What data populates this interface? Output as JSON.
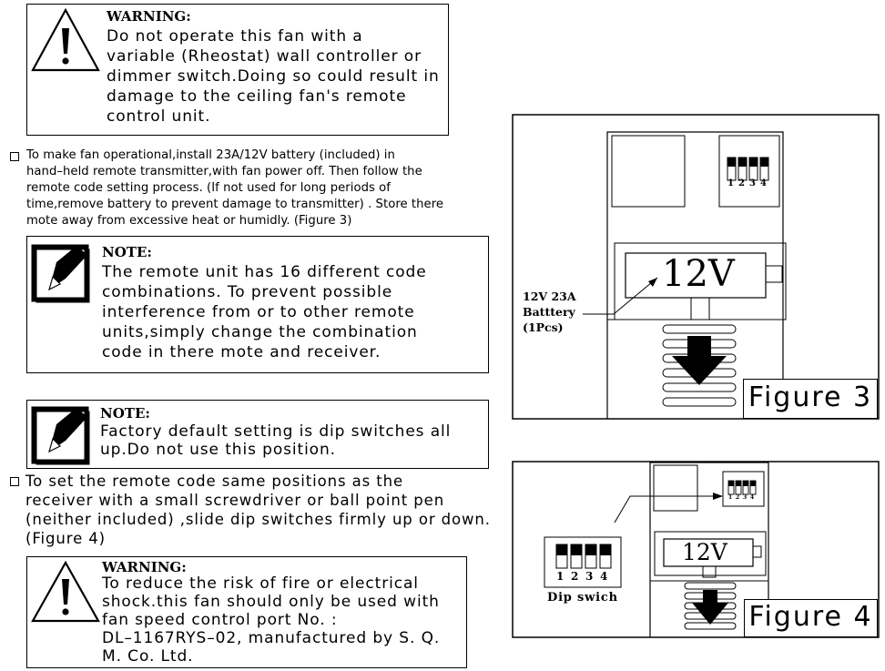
{
  "warning1": {
    "title": "WARNING:",
    "lines": [
      "Do not operate this fan with a",
      "variable (Rheostat) wall controller or",
      "dimmer switch.Doing so could result in",
      "damage to the ceiling fan's remote",
      "control unit."
    ]
  },
  "instruction1": {
    "lines": [
      "To make fan operational,install 23A/12V battery (included) in",
      "hand–held remote transmitter,with fan power off. Then follow the",
      "remote code setting process. (If not used for long periods of",
      "time,remove battery to prevent damage to transmitter) . Store there",
      "mote away from excessive heat or humidly. (Figure 3)"
    ]
  },
  "note1": {
    "title": "NOTE:",
    "lines": [
      "The remote unit has 16 different code",
      "combinations. To prevent possible",
      "interference from or to other remote",
      "units,simply change the combination",
      "code in there mote and receiver."
    ]
  },
  "note2": {
    "title": "NOTE:",
    "lines": [
      "Factory default setting is dip switches all",
      "up.Do not use this position."
    ]
  },
  "instruction2": {
    "lines": [
      "To set the remote code same positions as the",
      "receiver with a small screwdriver or ball point pen",
      "(neither included) ,slide dip switches firmly up or down.",
      "(Figure 4)"
    ]
  },
  "warning2": {
    "title": "WARNING:",
    "lines": [
      "To reduce the risk of fire or electrical",
      "shock.this fan should only be used with",
      "fan speed control port No. :",
      "DL–1167RYS–02, manufactured by S. Q.",
      "M. Co. Ltd."
    ]
  },
  "figure3": {
    "label": "Figure 3",
    "battery_text": "12V",
    "callout": [
      "12V 23A",
      "Batttery",
      "(1Pcs)"
    ],
    "dip_numbers": [
      "1",
      "2",
      "3",
      "4"
    ]
  },
  "figure4": {
    "label": "Figure 4",
    "battery_text": "12V",
    "dip_caption": "Dip swich",
    "dip_numbers": [
      "1",
      "2",
      "3",
      "4"
    ],
    "small_dip_numbers": [
      "1",
      "2",
      "3",
      "4"
    ]
  }
}
